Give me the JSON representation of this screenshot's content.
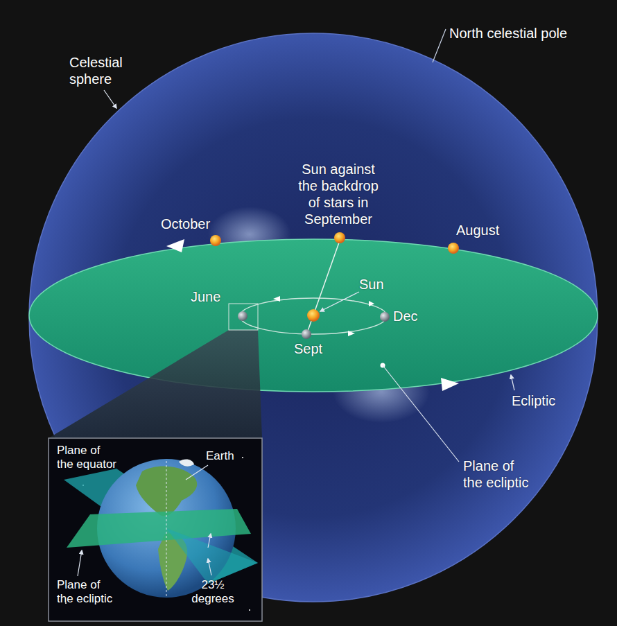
{
  "diagram": {
    "labels": [
      "North celestial pole",
      "Celestial sphere",
      "Sun against the backdrop of stars in September",
      "October",
      "August",
      "June",
      "Sun",
      "Dec",
      "Sept",
      "Ecliptic",
      "Plane of the ecliptic",
      "Plane of the equator",
      "Earth",
      "Plane of the ecliptic",
      "23½ degrees"
    ]
  }
}
